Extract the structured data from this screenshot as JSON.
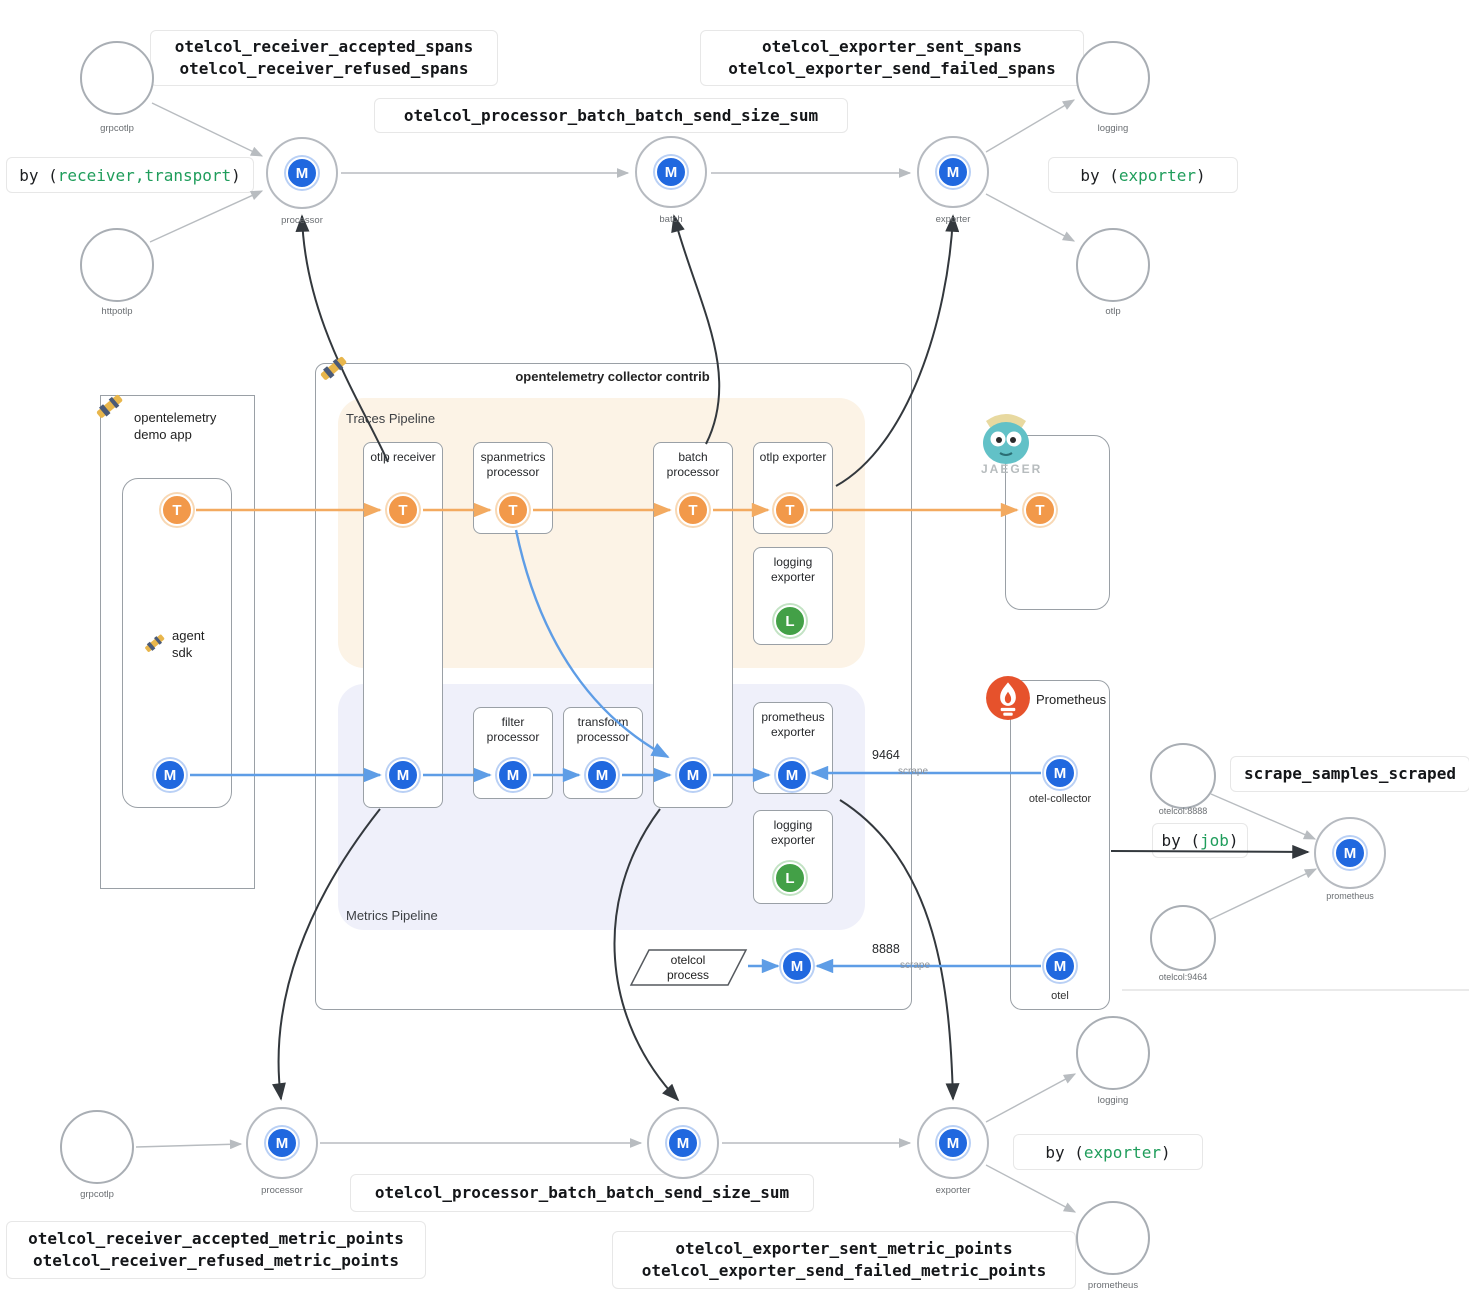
{
  "letters": {
    "m": "M",
    "t": "T",
    "l": "L"
  },
  "colors": {
    "blue_node": "#2068df",
    "orange_node": "#f2994a",
    "green_node": "#43a047",
    "green_text": "#1f9d5b",
    "trace_line": "#f3aa60",
    "metric_line": "#5e9de6",
    "gray_line": "#b8bcc0",
    "dark_line": "#33383d",
    "traces_bg": "#fcf3e6",
    "metrics_bg": "#eff0fa",
    "prometheus_brand": "#e6522c",
    "jaeger_brand": "#62c1c7"
  },
  "icons": {
    "telescope": "telescope-icon",
    "jaeger_mascot": "jaeger-mascot-icon",
    "prometheus_logo": "prometheus-flame-icon"
  },
  "top_flow": {
    "grpcotlp": "grpcotlp",
    "httpotlp": "httpotlp",
    "processor": "processor",
    "batch": "batch",
    "exporter": "exporter",
    "logging": "logging",
    "otlp": "otlp",
    "receiver_metric_1": "otelcol_receiver_accepted_spans",
    "receiver_metric_2": "otelcol_receiver_refused_spans",
    "batch_metric": "otelcol_processor_batch_batch_send_size_sum",
    "exporter_metric_1": "otelcol_exporter_sent_spans",
    "exporter_metric_2": "otelcol_exporter_send_failed_spans",
    "by_receiver": {
      "prefix": "by (",
      "highlight": "receiver,transport",
      "suffix": ")"
    },
    "by_exporter": {
      "prefix": "by (",
      "highlight": "exporter",
      "suffix": ")"
    }
  },
  "collector": {
    "title": "opentelemetry collector contrib",
    "traces_pipeline": "Traces Pipeline",
    "metrics_pipeline": "Metrics Pipeline",
    "components": {
      "otlp_receiver": "otlp receiver",
      "spanmetrics_processor": "spanmetrics processor",
      "batch_processor": "batch processor",
      "otlp_exporter": "otlp exporter",
      "logging_exporter_traces": "logging exporter",
      "filter_processor": "filter processor",
      "transform_processor": "transform processor",
      "prometheus_exporter": "prometheus exporter",
      "logging_exporter_metrics": "logging exporter"
    },
    "otelcol_process_1": "otelcol",
    "otelcol_process_2": "process"
  },
  "demo_app": {
    "title_1": "opentelemetry",
    "title_2": "demo app",
    "sdk_1": "agent",
    "sdk_2": "sdk"
  },
  "jaeger": {
    "wordmark": "JAEGER"
  },
  "prometheus": {
    "title": "Prometheus",
    "otel_collector": "otel-collector",
    "otel": "otel"
  },
  "scrape": {
    "port_top": "9464",
    "label_top": "scrape",
    "port_bottom": "8888",
    "label_bottom": "scrape"
  },
  "right_flow": {
    "otelcol_8888": "otelcol:8888",
    "otelcol_9464": "otelcol:9464",
    "metric": "scrape_samples_scraped",
    "by_job": {
      "prefix": "by (",
      "highlight": "job",
      "suffix": ")"
    },
    "prometheus": "prometheus"
  },
  "bottom_flow": {
    "grpcotlp": "grpcotlp",
    "processor": "processor",
    "exporter": "exporter",
    "logging": "logging",
    "prometheus": "prometheus",
    "batch_metric": "otelcol_processor_batch_batch_send_size_sum",
    "receiver_metric_1": "otelcol_receiver_accepted_metric_points",
    "receiver_metric_2": "otelcol_receiver_refused_metric_points",
    "exporter_metric_1": "otelcol_exporter_sent_metric_points",
    "exporter_metric_2": "otelcol_exporter_send_failed_metric_points",
    "by_exporter": {
      "prefix": "by (",
      "highlight": "exporter",
      "suffix": ")"
    }
  }
}
